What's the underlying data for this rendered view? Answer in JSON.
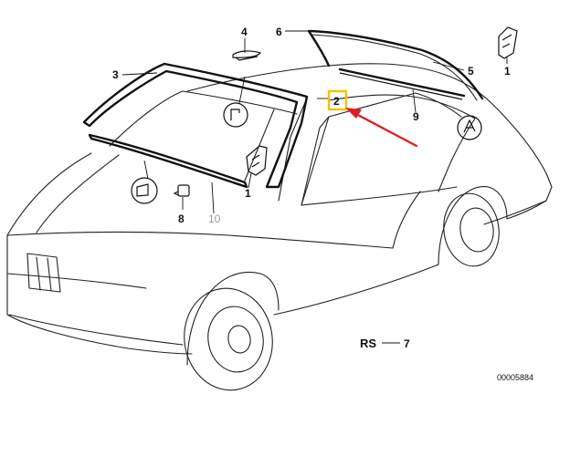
{
  "callouts": {
    "c1a": "1",
    "c1b": "1",
    "c2": "2",
    "c3": "3",
    "c4": "4",
    "c5": "5",
    "c6": "6",
    "c7": "7",
    "c8": "8",
    "c9": "9",
    "c10": "10"
  },
  "rs_label": "RS",
  "diagram_code": "00005884",
  "colors": {
    "highlight_box": "#f2c200",
    "arrow": "#e02020",
    "line": "#222222",
    "gray_label": "#9a9a9a"
  }
}
